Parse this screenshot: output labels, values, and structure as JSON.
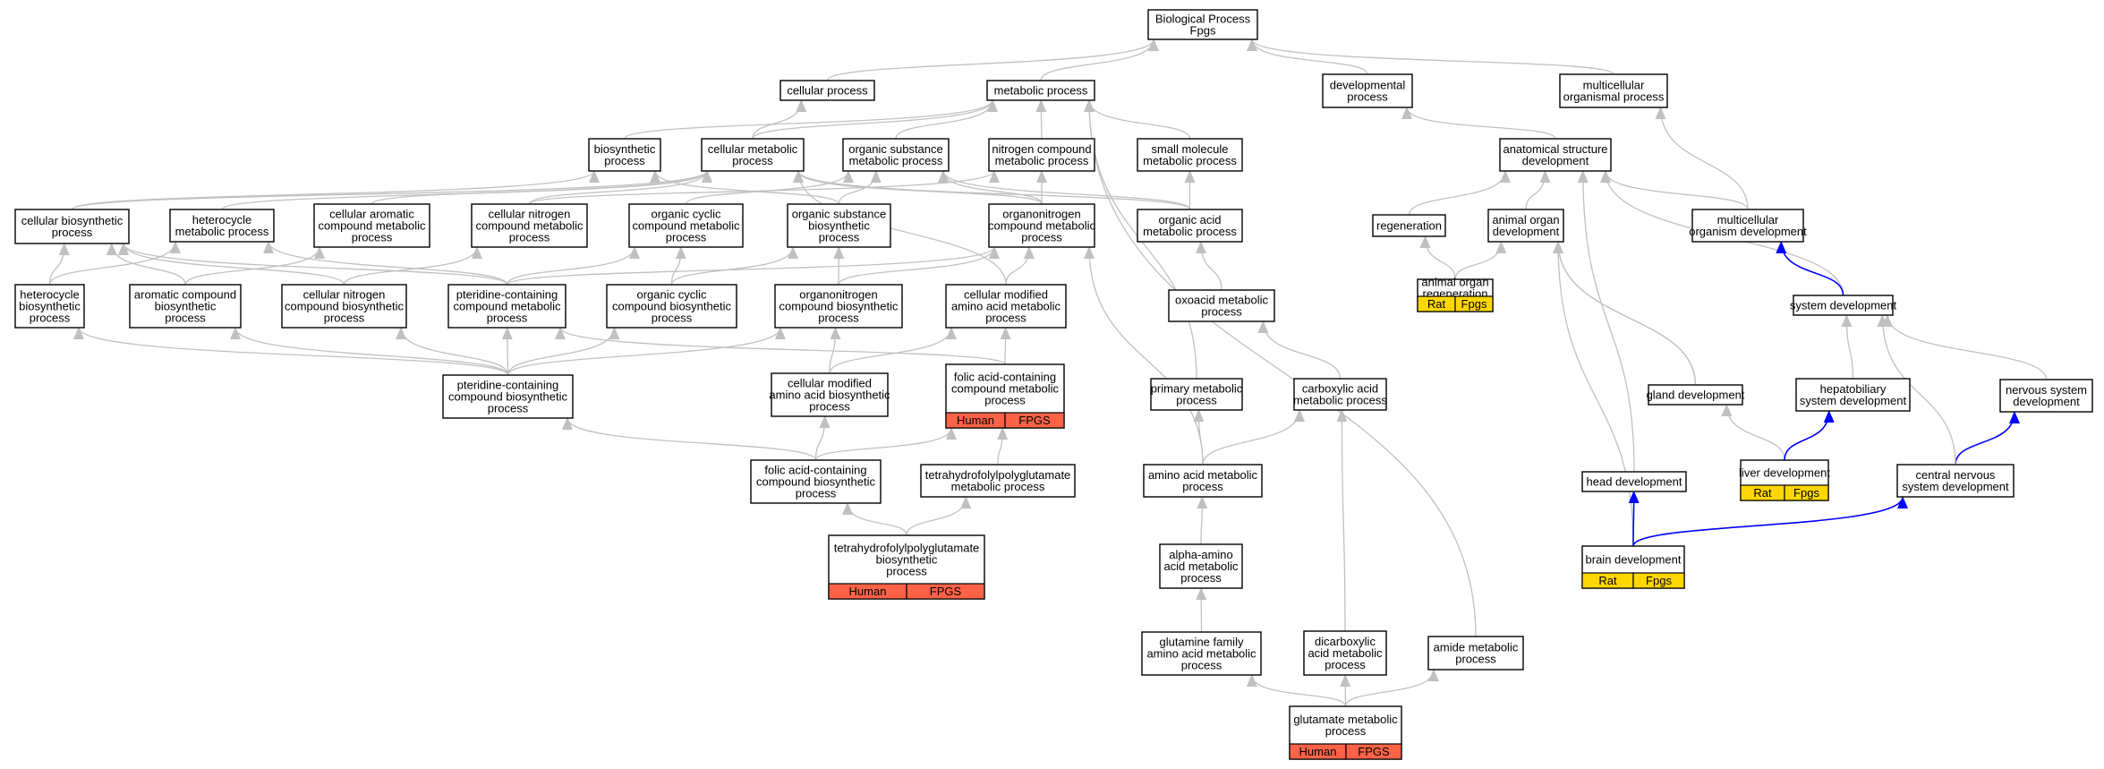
{
  "graph_title": "",
  "colors": {
    "edge": "#c0c0c0",
    "edge_highlight": "#0000ff",
    "human": "#ff6347",
    "rat": "#ffd700",
    "node_border": "#000000",
    "node_fill": "#ffffff"
  },
  "nodes": {
    "bp": [
      "Biological Process",
      "Fpgs"
    ],
    "cp": [
      "cellular process"
    ],
    "mp": [
      "metabolic process"
    ],
    "dp": [
      "developmental",
      "process"
    ],
    "mop": [
      "multicellular",
      "organismal process"
    ],
    "bio": [
      "biosynthetic",
      "process"
    ],
    "cmp": [
      "cellular metabolic",
      "process"
    ],
    "osmp": [
      "organic substance",
      "metabolic process"
    ],
    "ncmp": [
      "nitrogen compound",
      "metabolic process"
    ],
    "smmp": [
      "small molecule",
      "metabolic process"
    ],
    "asd": [
      "anatomical structure",
      "development"
    ],
    "cbp": [
      "cellular biosynthetic",
      "process"
    ],
    "hmp": [
      "heterocycle",
      "metabolic process"
    ],
    "cacmp": [
      "cellular aromatic",
      "compound metabolic",
      "process"
    ],
    "cncmp": [
      "cellular nitrogen",
      "compound metabolic",
      "process"
    ],
    "occmp": [
      "organic cyclic",
      "compound metabolic",
      "process"
    ],
    "osbp": [
      "organic substance",
      "biosynthetic",
      "process"
    ],
    "oncmp": [
      "organonitrogen",
      "compound metabolic",
      "process"
    ],
    "oamp": [
      "organic acid",
      "metabolic process"
    ],
    "regen": [
      "regeneration"
    ],
    "aod": [
      "animal organ",
      "development"
    ],
    "mod": [
      "multicellular",
      "organism development"
    ],
    "hbp": [
      "heterocycle",
      "biosynthetic",
      "process"
    ],
    "acbp": [
      "aromatic compound",
      "biosynthetic",
      "process"
    ],
    "cncbp": [
      "cellular nitrogen",
      "compound biosynthetic",
      "process"
    ],
    "pcmp": [
      "pteridine-containing",
      "compound metabolic",
      "process"
    ],
    "occbp": [
      "organic cyclic",
      "compound biosynthetic",
      "process"
    ],
    "oncbp": [
      "organonitrogen",
      "compound biosynthetic",
      "process"
    ],
    "cmamp": [
      "cellular modified",
      "amino acid metabolic",
      "process"
    ],
    "oxmp": [
      "oxoacid metabolic",
      "process"
    ],
    "aor": [
      "animal organ",
      "regeneration"
    ],
    "sd": [
      "system development"
    ],
    "pcbp": [
      "pteridine-containing",
      "compound biosynthetic",
      "process"
    ],
    "cmabp": [
      "cellular modified",
      "amino acid biosynthetic",
      "process"
    ],
    "facmp": [
      "folic acid-containing",
      "compound metabolic",
      "process"
    ],
    "pmp": [
      "primary metabolic",
      "process"
    ],
    "camp": [
      "carboxylic acid",
      "metabolic process"
    ],
    "gd": [
      "gland development"
    ],
    "hsd": [
      "hepatobiliary",
      "system development"
    ],
    "nsd": [
      "nervous system",
      "development"
    ],
    "facbp": [
      "folic acid-containing",
      "compound biosynthetic",
      "process"
    ],
    "thfpgmp": [
      "tetrahydrofolylpolyglutamate",
      "metabolic process"
    ],
    "aamp": [
      "amino acid metabolic",
      "process"
    ],
    "hd": [
      "head development"
    ],
    "ld": [
      "liver development"
    ],
    "cnsd": [
      "central nervous",
      "system development"
    ],
    "thfpgbp": [
      "tetrahydrofolylpolyglutamate",
      "biosynthetic",
      "process"
    ],
    "alpha": [
      "alpha-amino",
      "acid metabolic",
      "process"
    ],
    "bd": [
      "brain development"
    ],
    "gfamp": [
      "glutamine family",
      "amino acid metabolic",
      "process"
    ],
    "dcamp": [
      "dicarboxylic",
      "acid metabolic",
      "process"
    ],
    "amidemp": [
      "amide metabolic",
      "process"
    ],
    "glump": [
      "glutamate metabolic",
      "process"
    ]
  },
  "annotations": {
    "aor": [
      "Rat",
      "Fpgs"
    ],
    "facmp": [
      "Human",
      "FPGS"
    ],
    "ld": [
      "Rat",
      "Fpgs"
    ],
    "thfpgbp": [
      "Human",
      "FPGS"
    ],
    "bd": [
      "Rat",
      "Fpgs"
    ],
    "glump": [
      "Human",
      "FPGS"
    ]
  }
}
